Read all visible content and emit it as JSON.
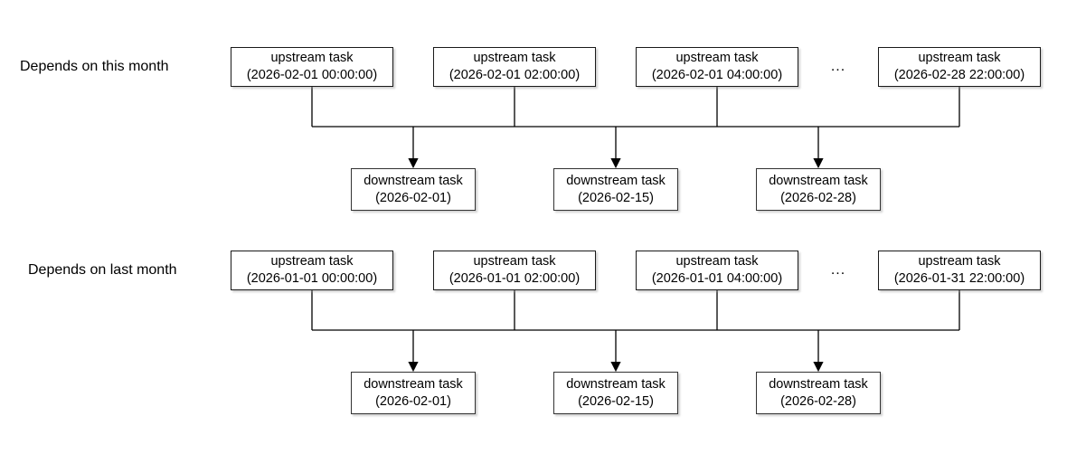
{
  "sections": [
    {
      "label": "Depends on this month",
      "ellipsis": "...",
      "upstream": [
        {
          "name": "upstream task",
          "run": "(2026-02-01 00:00:00)"
        },
        {
          "name": "upstream task",
          "run": "(2026-02-01 02:00:00)"
        },
        {
          "name": "upstream task",
          "run": "(2026-02-01 04:00:00)"
        },
        {
          "name": "upstream task",
          "run": "(2026-02-28 22:00:00)"
        }
      ],
      "downstream": [
        {
          "name": "downstream task",
          "run": "(2026-02-01)"
        },
        {
          "name": "downstream task",
          "run": "(2026-02-15)"
        },
        {
          "name": "downstream task",
          "run": "(2026-02-28)"
        }
      ]
    },
    {
      "label": "Depends on last month",
      "ellipsis": "...",
      "upstream": [
        {
          "name": "upstream task",
          "run": "(2026-01-01 00:00:00)"
        },
        {
          "name": "upstream task",
          "run": "(2026-01-01 02:00:00)"
        },
        {
          "name": "upstream task",
          "run": "(2026-01-01 04:00:00)"
        },
        {
          "name": "upstream task",
          "run": "(2026-01-31 22:00:00)"
        }
      ],
      "downstream": [
        {
          "name": "downstream task",
          "run": "(2026-02-01)"
        },
        {
          "name": "downstream task",
          "run": "(2026-02-15)"
        },
        {
          "name": "downstream task",
          "run": "(2026-02-28)"
        }
      ]
    }
  ],
  "colors": {
    "background": "#ffffff",
    "box_border": "#1a1a1a",
    "downstream_border": "#333333",
    "line": "#000000",
    "text": "#000000"
  }
}
